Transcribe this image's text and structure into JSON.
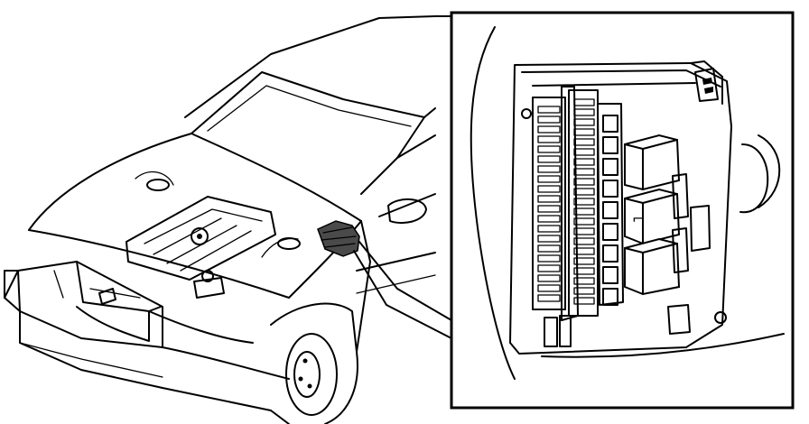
{
  "caption": "",
  "callout": {
    "relay_symbol": "⌐"
  },
  "colors": {
    "ink": "#000000",
    "paper": "#ffffff",
    "fuse_box_marker": "#4a4a4a"
  },
  "icons": [
    "car-illustration",
    "fuse-relay-box-detail",
    "leader-line"
  ]
}
